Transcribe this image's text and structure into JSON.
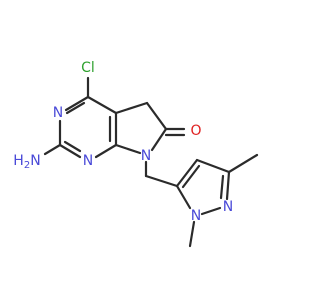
{
  "atoms": {
    "cl": {
      "text": "Cl",
      "color": "#2fa12f"
    },
    "n_pyr_top": {
      "text": "N",
      "color": "#4a4ad8"
    },
    "n_pyr_bottom": {
      "text": "N",
      "color": "#4a4ad8"
    },
    "n_lactam": {
      "text": "N",
      "color": "#4a4ad8"
    },
    "nh2": {
      "text": "H",
      "sub": "2",
      "prefix": "N",
      "color": "#4a4ad8"
    },
    "o": {
      "text": "O",
      "color": "#e02020"
    },
    "n_pz1": {
      "text": "N",
      "color": "#4a4ad8"
    },
    "n_pz2": {
      "text": "N",
      "color": "#4a4ad8"
    }
  }
}
